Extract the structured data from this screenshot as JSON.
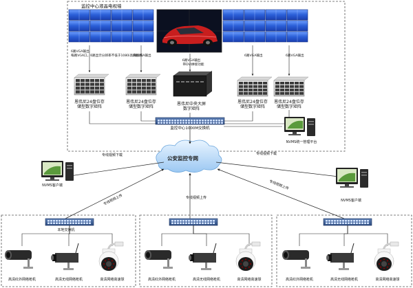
{
  "wall": {
    "title": "监控中心液晶电视墙"
  },
  "outputs": {
    "left": "6路VGA输出",
    "left_sub": "每路VGA口，6路显示分辨率不低于1080i高清视频",
    "left_mid": "6路VGA输出",
    "center": "6路VGA输出",
    "center_sub": "带DVI拼接功能",
    "right_mid": "6路VGA输出",
    "right": "6路VGA输出"
  },
  "servers": [
    {
      "line1": "恩伟尼24盘位存",
      "line2": "储型数字矩阵"
    },
    {
      "line1": "恩伟尼24盘位存",
      "line2": "储型数字矩阵"
    },
    {
      "line1": "恩伟尼中央大屏",
      "line2": "数字矩阵"
    },
    {
      "line1": "恩伟尼24盘位存",
      "line2": "储型数字矩阵"
    },
    {
      "line1": "恩伟尼24盘位存",
      "line2": "储型数字矩阵"
    }
  ],
  "core_switch": "监控中心1000M交换机",
  "nvms_mgmt": "NVMS统一管理平台",
  "cloud": "公安监控专网",
  "links": {
    "down_left": "专线视频下载",
    "down_right": "专线视频下载",
    "up_left": "专线视频上传",
    "up_center": "专线视频上传",
    "up_right": "专线视频上传"
  },
  "clients": {
    "left": "NVMS客户端",
    "right": "NVMS客户端"
  },
  "sites": [
    {
      "switch": "本地交换机",
      "cams": [
        "高清红外网络枪机",
        "高清无线网络枪机",
        "高清网络高速球"
      ]
    },
    {
      "cams": [
        "高清红外网络枪机",
        "高清无线网络枪机",
        "高清网络高速球"
      ]
    },
    {
      "cams": [
        "高清红外网络枪机",
        "高清无线网络枪机",
        "高清网络高速球"
      ]
    }
  ]
}
